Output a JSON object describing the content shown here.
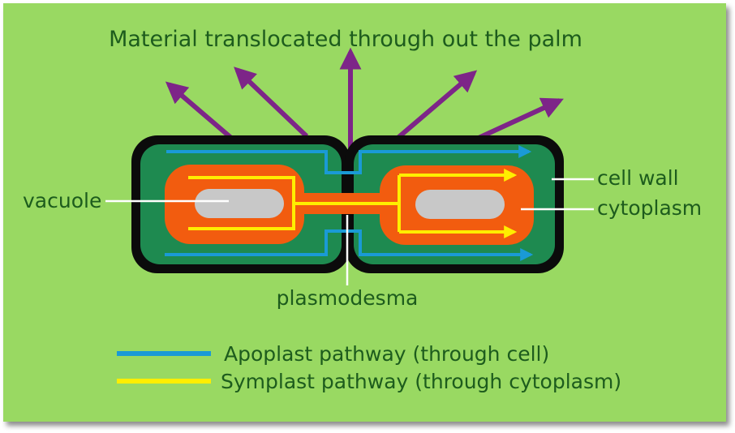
{
  "title": "Material translocated through out the palm",
  "labels": {
    "cell_wall": "cell wall",
    "cytoplasm": "cytoplasm",
    "vacuole": "vacuole",
    "plasmodesma": "plasmodesma"
  },
  "legend": {
    "apoplast": "Apoplast pathway (through cell)",
    "symplast": "Symplast pathway (through cytoplasm)"
  },
  "colors": {
    "background": "#99d962",
    "cell_wall": "#0b0b0b",
    "cell_interior": "#1e8a50",
    "cytoplasm": "#f25c0f",
    "vacuole": "#c8c8c8",
    "apoplast": "#1a9ad6",
    "symplast": "#ffee00",
    "arrows": "#7d2588",
    "text": "#1d5c1d"
  }
}
